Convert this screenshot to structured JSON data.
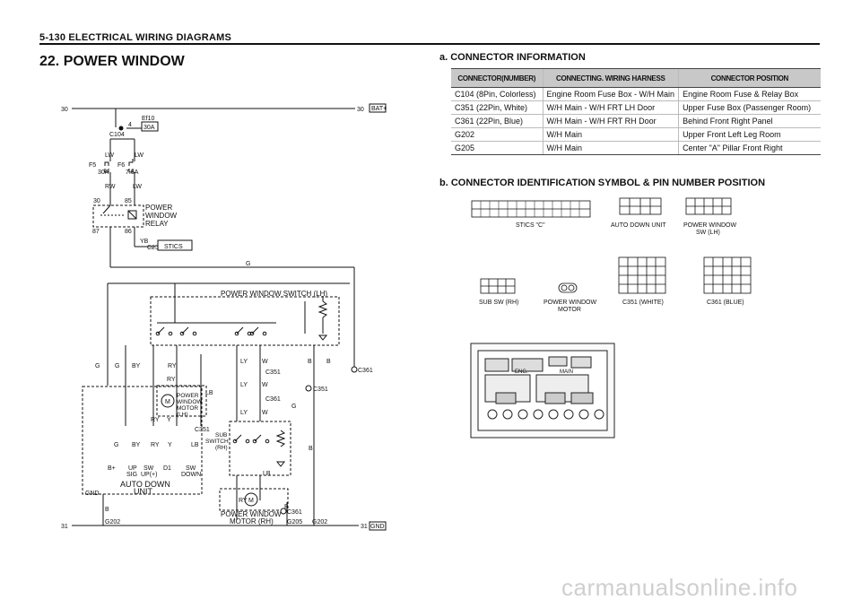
{
  "header": {
    "title": "5-130  ELECTRICAL WIRING DIAGRAMS"
  },
  "section": {
    "title": "22.  POWER  WINDOW"
  },
  "connector_info": {
    "title": "a.  CONNECTOR  INFORMATION",
    "headers": [
      "CONNECTOR(NUMBER)",
      "CONNECTING. WIRING HARNESS",
      "CONNECTOR POSITION"
    ],
    "rows": [
      [
        "C104 (8Pin, Colorless)",
        "Engine Room Fuse Box - W/H Main",
        "Engine Room Fuse & Relay Box"
      ],
      [
        "C351 (22Pin, White)",
        "W/H Main - W/H FRT LH Door",
        "Upper Fuse Box (Passenger Room)"
      ],
      [
        "C361 (22Pin, Blue)",
        "W/H Main - W/H FRT RH Door",
        "Behind Front Right Panel"
      ],
      [
        "G202",
        "W/H Main",
        "Upper Front Left Leg Room"
      ],
      [
        "G205",
        "W/H Main",
        "Center \"A\" Pillar Front Right"
      ]
    ]
  },
  "connector_id": {
    "title": "b.  CONNECTOR  IDENTIFICATION  SYMBOL  &  PIN  NUMBER  POSITION",
    "stics_label": "STICS \"C\"",
    "auto_down_label": "AUTO DOWN UNIT",
    "pw_switch_lh_label": "POWER WINDOW",
    "pw_switch_lh_label2": "SW (LH)",
    "sub_sw_label": "SUB  SW  (RH)",
    "pw_motor_label": "POWER WINDOW",
    "pw_motor_label2": "MOTOR",
    "c351_label": "C351  (WHITE)",
    "c361_label": "C361  (BLUE)"
  },
  "fusebox": {
    "eng_label": "ENG.",
    "main_label": "MAIN"
  },
  "diagram": {
    "bat_value": "30",
    "bat_tag": "BAT+",
    "gnd_value": "31",
    "gnd_tag": "GND",
    "fuse_main_name": "Ef10",
    "fuse_main_rating": "30A",
    "c104_pin": "4",
    "c104_name": "C104",
    "f5_name": "F5",
    "f5_rating": "30A",
    "f6_name": "F6",
    "f6_rating": "7.5A",
    "relay_label_1": "POWER",
    "relay_label_2": "WINDOW",
    "relay_label_3": "RELAY",
    "relay_pins": [
      "30",
      "85",
      "87",
      "86"
    ],
    "stics_tag": "STICS",
    "c25": "C25",
    "switch_lh_label": "POWER WINDOW SWITCH (LH)",
    "motor_lh_label": [
      "POWER",
      "WINDOW",
      "MOTOR",
      "(LH)"
    ],
    "sub_switch_label": [
      "SUB",
      "SWITCH",
      "(RH)"
    ],
    "auto_down_label_1": "AUTO DOWN",
    "auto_down_label_2": "UNIT",
    "auto_pins": [
      "B+",
      "UP",
      "SW",
      "D1",
      "SW",
      "SIG",
      "UP(+)",
      "DOWN"
    ],
    "motor_rh_label_1": "POWER WINDOW",
    "motor_rh_label_2": "MOTOR (RH)",
    "c351": "C351",
    "c361": "C361",
    "g202": "G202",
    "g205": "G205",
    "wires": {
      "lw": "LW",
      "rw": "RW",
      "yb": "YB",
      "g": "G",
      "b": "B",
      "by": "BY",
      "ry": "RY",
      "y": "Y",
      "lb": "LB",
      "ly": "LY",
      "w": "W",
      "gnd": "GND"
    }
  },
  "footer": {
    "watermark": "carmanualsonline.info"
  }
}
